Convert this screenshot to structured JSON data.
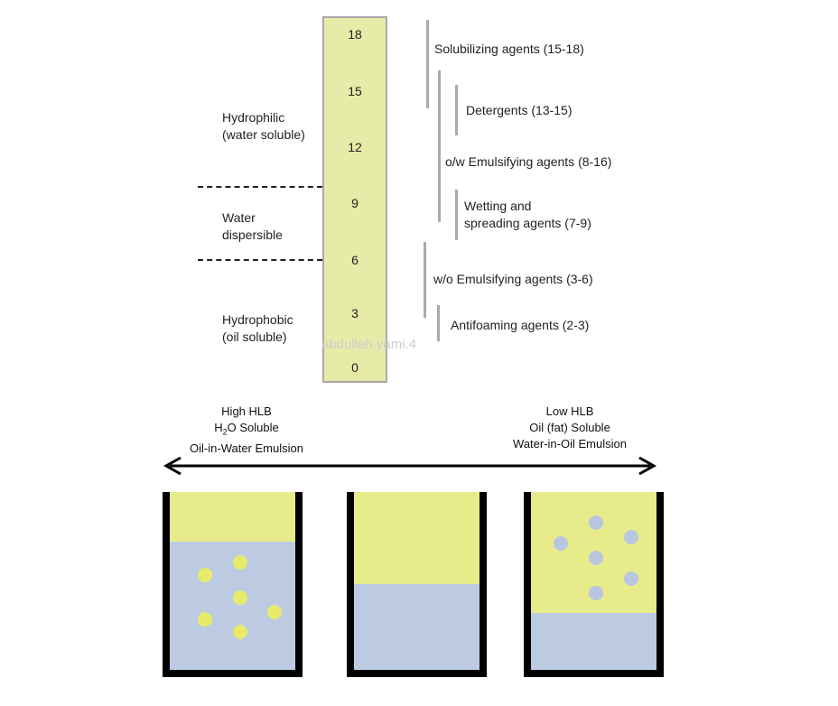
{
  "hlb_scale": {
    "ticks": [
      "18",
      "15",
      "12",
      "9",
      "6",
      "3",
      "0"
    ]
  },
  "regions": {
    "hydrophilic": [
      "Hydrophilic",
      "(water soluble)"
    ],
    "dispersible": [
      "Water",
      "dispersible"
    ],
    "hydrophobic": [
      "Hydrophobic",
      "(oil soluble)"
    ]
  },
  "agents": {
    "solubilizing": "Solubilizing agents (15-18)",
    "detergents": "Detergents (13-15)",
    "ow_emulsifying": "o/w Emulsifying agents (8-16)",
    "wetting": [
      "Wetting and",
      "spreading agents (7-9)"
    ],
    "wo_emulsifying": "w/o Emulsifying agents (3-6)",
    "antifoaming": "Antifoaming agents (2-3)"
  },
  "watermark": "abdullah.yami.4",
  "high_hlb": {
    "line1": "High HLB",
    "line2_prefix": "H",
    "line2_sub": "2",
    "line2_suffix": "O Soluble",
    "line3": "Oil-in-Water Emulsion"
  },
  "low_hlb": {
    "line1": "Low HLB",
    "line2": "Oil (fat) Soluble",
    "line3": "Water-in-Oil Emulsion"
  },
  "colors": {
    "oil": "#e8eb8a",
    "water": "#bccbe2",
    "scale": "#e6eba8",
    "bracket": "#a9a9a9",
    "oil_droplet": "#e8eb6a",
    "water_droplet": "#b9c6e0"
  }
}
